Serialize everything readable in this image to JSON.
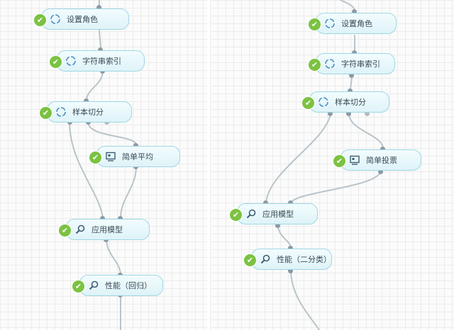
{
  "left_flow": {
    "nodes": [
      {
        "id": "set-role",
        "label": "设置角色",
        "icon": "cycle-icon"
      },
      {
        "id": "string-index",
        "label": "字符串索引",
        "icon": "cycle-icon"
      },
      {
        "id": "sample-split",
        "label": "样本切分",
        "icon": "cycle-icon"
      },
      {
        "id": "simple-average",
        "label": "简单平均",
        "icon": "monitor-icon"
      },
      {
        "id": "apply-model",
        "label": "应用模型",
        "icon": "magnifier-icon"
      },
      {
        "id": "performance",
        "label": "性能（回归）",
        "icon": "magnifier-icon"
      }
    ]
  },
  "right_flow": {
    "nodes": [
      {
        "id": "set-role",
        "label": "设置角色",
        "icon": "cycle-icon"
      },
      {
        "id": "string-index",
        "label": "字符串索引",
        "icon": "cycle-icon"
      },
      {
        "id": "sample-split",
        "label": "样本切分",
        "icon": "cycle-icon"
      },
      {
        "id": "simple-vote",
        "label": "简单投票",
        "icon": "monitor-icon"
      },
      {
        "id": "apply-model",
        "label": "应用模型",
        "icon": "magnifier-icon"
      },
      {
        "id": "performance",
        "label": "性能（二分类）",
        "icon": "magnifier-icon"
      }
    ]
  },
  "colors": {
    "node_border": "#9fd7e4",
    "node_fill": "#e8f7fb",
    "check": "#7cc242",
    "wire": "#b9c4ca",
    "port": "#8a9aa4"
  }
}
